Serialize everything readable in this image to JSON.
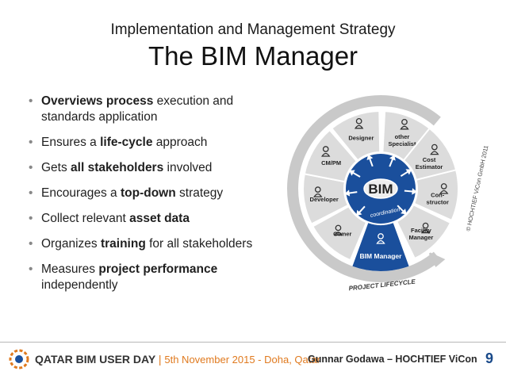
{
  "header": {
    "subtitle": "Implementation and Management Strategy",
    "title": "The BIM Manager"
  },
  "bullets": [
    {
      "parts": [
        {
          "t": "Overviews process",
          "b": true
        },
        {
          "t": " execution and standards application",
          "b": false
        }
      ]
    },
    {
      "parts": [
        {
          "t": "Ensures a ",
          "b": false
        },
        {
          "t": "life-cycle",
          "b": true
        },
        {
          "t": " approach",
          "b": false
        }
      ]
    },
    {
      "parts": [
        {
          "t": "Gets ",
          "b": false
        },
        {
          "t": "all stakeholders",
          "b": true
        },
        {
          "t": " involved",
          "b": false
        }
      ]
    },
    {
      "parts": [
        {
          "t": "Encourages a ",
          "b": false
        },
        {
          "t": "top-down",
          "b": true
        },
        {
          "t": " strategy",
          "b": false
        }
      ]
    },
    {
      "parts": [
        {
          "t": "Collect relevant ",
          "b": false
        },
        {
          "t": "asset data",
          "b": true
        }
      ]
    },
    {
      "parts": [
        {
          "t": "Organizes ",
          "b": false
        },
        {
          "t": "training",
          "b": true
        },
        {
          "t": " for all stakeholders",
          "b": false
        }
      ]
    },
    {
      "parts": [
        {
          "t": "Measures ",
          "b": false
        },
        {
          "t": "project performance",
          "b": true
        },
        {
          "t": " independently",
          "b": false
        }
      ]
    }
  ],
  "diagram": {
    "center": "BIM",
    "coordination": "coordination",
    "manager": "BIM Manager",
    "lifecycle": "PROJECT LIFECYCLE",
    "copyright": "© HOCHTIEF ViCon GmbH 2011",
    "stakeholders": [
      "Designer",
      "other Specialist",
      "Cost Estimator",
      "Con-structor",
      "Facility Manager",
      "Owner",
      "Developer",
      "CM/PM"
    ]
  },
  "footer": {
    "event": "QATAR BIM USER DAY",
    "separator": "|",
    "date": "5th November 2015 - Doha, Qatar",
    "author": "Gunnar Godawa – HOCHTIEF ViCon",
    "page": "9"
  },
  "colors": {
    "blue": "#1a4f9c",
    "orange": "#e07a1f",
    "gray_ring": "#c9c9c9",
    "segment": "#dcdcdc"
  }
}
